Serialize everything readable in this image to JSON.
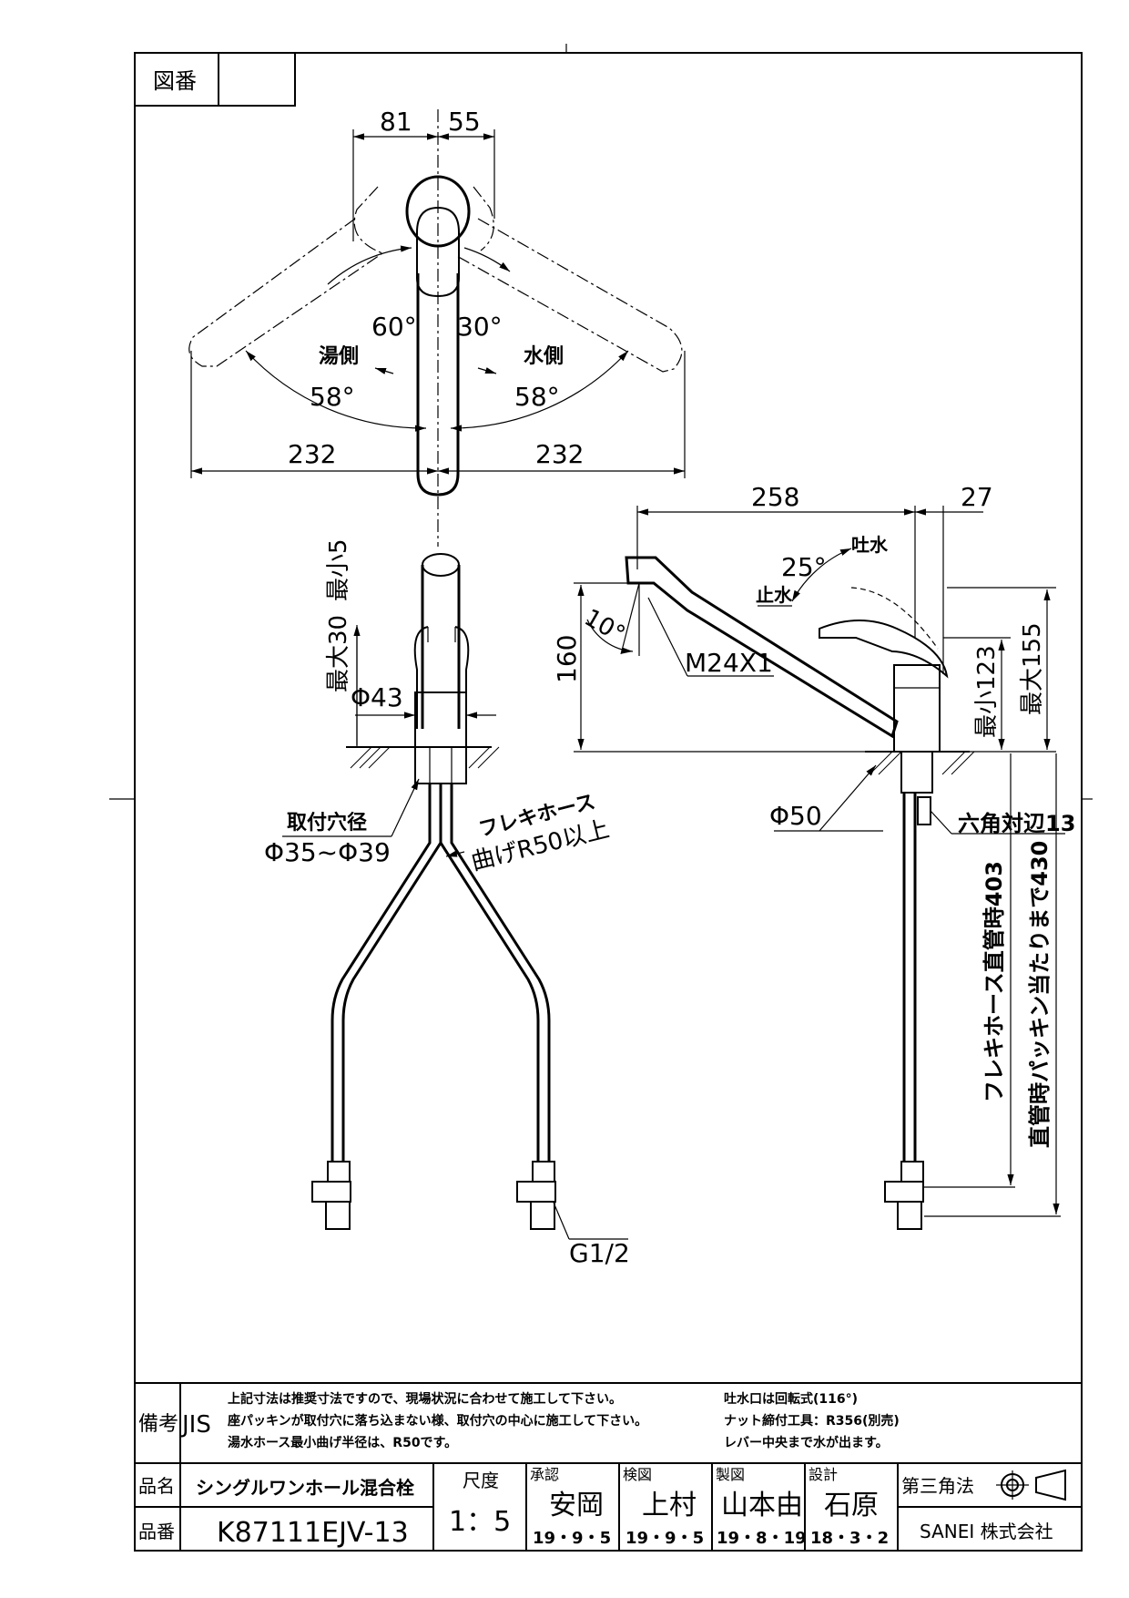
{
  "header": {
    "drawing_no_label": "図番",
    "drawing_no_value": ""
  },
  "dimensions": {
    "top_left": "81",
    "top_right": "55",
    "angle_hot_lever": "60°",
    "angle_cold_lever": "30°",
    "hot_side": "湯側",
    "cold_side": "水側",
    "angle_hot_spout": "58°",
    "angle_cold_spout": "58°",
    "reach_left": "232",
    "reach_right": "232",
    "spout_length": "258",
    "offset_27": "27",
    "angle_25": "25°",
    "water_on": "吐水",
    "water_off": "止水",
    "angle_10": "10°",
    "thread": "M24X1",
    "height_160": "160",
    "min_123": "最小123",
    "max_155": "最大155",
    "max_30": "最大30",
    "min_5": "最小5",
    "dia_43": "Φ43",
    "dia_50": "Φ50",
    "hex_13": "六角対辺13",
    "mount_hole_label": "取付穴径",
    "mount_hole_value": "Φ35~Φ39",
    "flex_hose_label": "フレキホース",
    "flex_hose_bend": "曲げR50以上",
    "hose_straight": "フレキホース直管時403",
    "hose_packing": "直管時パッキン当たりまで430",
    "g_thread": "G1/2"
  },
  "notes": {
    "label": "備考",
    "jis": "JIS",
    "line1": "上記寸法は推奨寸法ですので、現場状況に合わせて施工して下さい。",
    "line2": "座パッキンが取付穴に落ち込まない様、取付穴の中心に施工して下さい。",
    "line3": "湯水ホース最小曲げ半径は、R50です。",
    "right1": "吐水口は回転式(116°)",
    "right2": "ナット締付工具：R356(別売)",
    "right3": "レバー中央まで水が出ます。"
  },
  "title_block": {
    "name_label": "品名",
    "name_value": "シングルワンホール混合栓",
    "number_label": "品番",
    "number_value": "K87111EJV-13",
    "scale_label": "尺度",
    "scale_value": "1：5",
    "approved_label": "承認",
    "approved_name": "安岡",
    "approved_date": "19・9・5",
    "checked_label": "検図",
    "checked_name": "上村",
    "checked_date": "19・9・5",
    "drawn_label": "製図",
    "drawn_name": "山本由",
    "drawn_date": "19・8・19",
    "design_label": "設計",
    "design_name": "石原",
    "design_date": "18・3・2",
    "projection": "第三角法",
    "company": "SANEI 株式会社"
  }
}
